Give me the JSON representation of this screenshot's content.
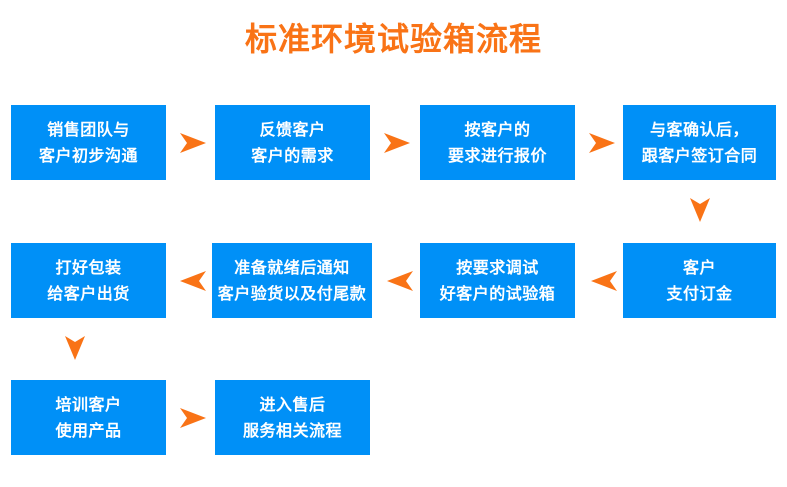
{
  "title": "标准环境试验箱流程",
  "colors": {
    "title": "#F97316",
    "box_fill": "#0090F7",
    "box_text": "#FFFFFF",
    "arrow": "#F97316",
    "background": "#FFFFFF"
  },
  "chart_data": {
    "type": "diagram",
    "diagram_type": "flowchart",
    "title": "标准环境试验箱流程",
    "rows": 3,
    "flow_direction": "serpentine (row1 left-to-right, row2 right-to-left, row3 left-to-right)",
    "nodes": [
      {
        "id": 1,
        "row": 1,
        "col": 1,
        "lines": [
          "销售团队与",
          "客户初步沟通"
        ]
      },
      {
        "id": 2,
        "row": 1,
        "col": 2,
        "lines": [
          "反馈客户",
          "客户的需求"
        ]
      },
      {
        "id": 3,
        "row": 1,
        "col": 3,
        "lines": [
          "按客户的",
          "要求进行报价"
        ]
      },
      {
        "id": 4,
        "row": 1,
        "col": 4,
        "lines": [
          "与客确认后，",
          "跟客户签订合同"
        ]
      },
      {
        "id": 5,
        "row": 2,
        "col": 4,
        "lines": [
          "客户",
          "支付订金"
        ]
      },
      {
        "id": 6,
        "row": 2,
        "col": 3,
        "lines": [
          "按要求调试",
          "好客户的试验箱"
        ]
      },
      {
        "id": 7,
        "row": 2,
        "col": 2,
        "lines": [
          "准备就绪后通知",
          "客户验货以及付尾款"
        ]
      },
      {
        "id": 8,
        "row": 2,
        "col": 1,
        "lines": [
          "打好包装",
          "给客户出货"
        ]
      },
      {
        "id": 9,
        "row": 3,
        "col": 1,
        "lines": [
          "培训客户",
          "使用产品"
        ]
      },
      {
        "id": 10,
        "row": 3,
        "col": 2,
        "lines": [
          "进入售后",
          "服务相关流程"
        ]
      }
    ],
    "edges": [
      {
        "from": 1,
        "to": 2,
        "direction": "right"
      },
      {
        "from": 2,
        "to": 3,
        "direction": "right"
      },
      {
        "from": 3,
        "to": 4,
        "direction": "right"
      },
      {
        "from": 4,
        "to": 5,
        "direction": "down"
      },
      {
        "from": 5,
        "to": 6,
        "direction": "left"
      },
      {
        "from": 6,
        "to": 7,
        "direction": "left"
      },
      {
        "from": 7,
        "to": 8,
        "direction": "left"
      },
      {
        "from": 8,
        "to": 9,
        "direction": "down"
      },
      {
        "from": 9,
        "to": 10,
        "direction": "right"
      }
    ]
  },
  "boxes": {
    "b1": {
      "l1": "销售团队与",
      "l2": "客户初步沟通"
    },
    "b2": {
      "l1": "反馈客户",
      "l2": "客户的需求"
    },
    "b3": {
      "l1": "按客户的",
      "l2": "要求进行报价"
    },
    "b4": {
      "l1": "与客确认后，",
      "l2": "跟客户签订合同"
    },
    "b5": {
      "l1": "客户",
      "l2": "支付订金"
    },
    "b6": {
      "l1": "按要求调试",
      "l2": "好客户的试验箱"
    },
    "b7": {
      "l1": "准备就绪后通知",
      "l2": "客户验货以及付尾款"
    },
    "b8": {
      "l1": "打好包装",
      "l2": "给客户出货"
    },
    "b9": {
      "l1": "培训客户",
      "l2": "使用产品"
    },
    "b10": {
      "l1": "进入售后",
      "l2": "服务相关流程"
    }
  },
  "arrows": {
    "a1": "arrow-right-icon",
    "a2": "arrow-right-icon",
    "a3": "arrow-right-icon",
    "a4": "arrow-down-icon",
    "a5": "arrow-left-icon",
    "a6": "arrow-left-icon",
    "a7": "arrow-left-icon",
    "a8": "arrow-down-icon",
    "a9": "arrow-right-icon"
  }
}
